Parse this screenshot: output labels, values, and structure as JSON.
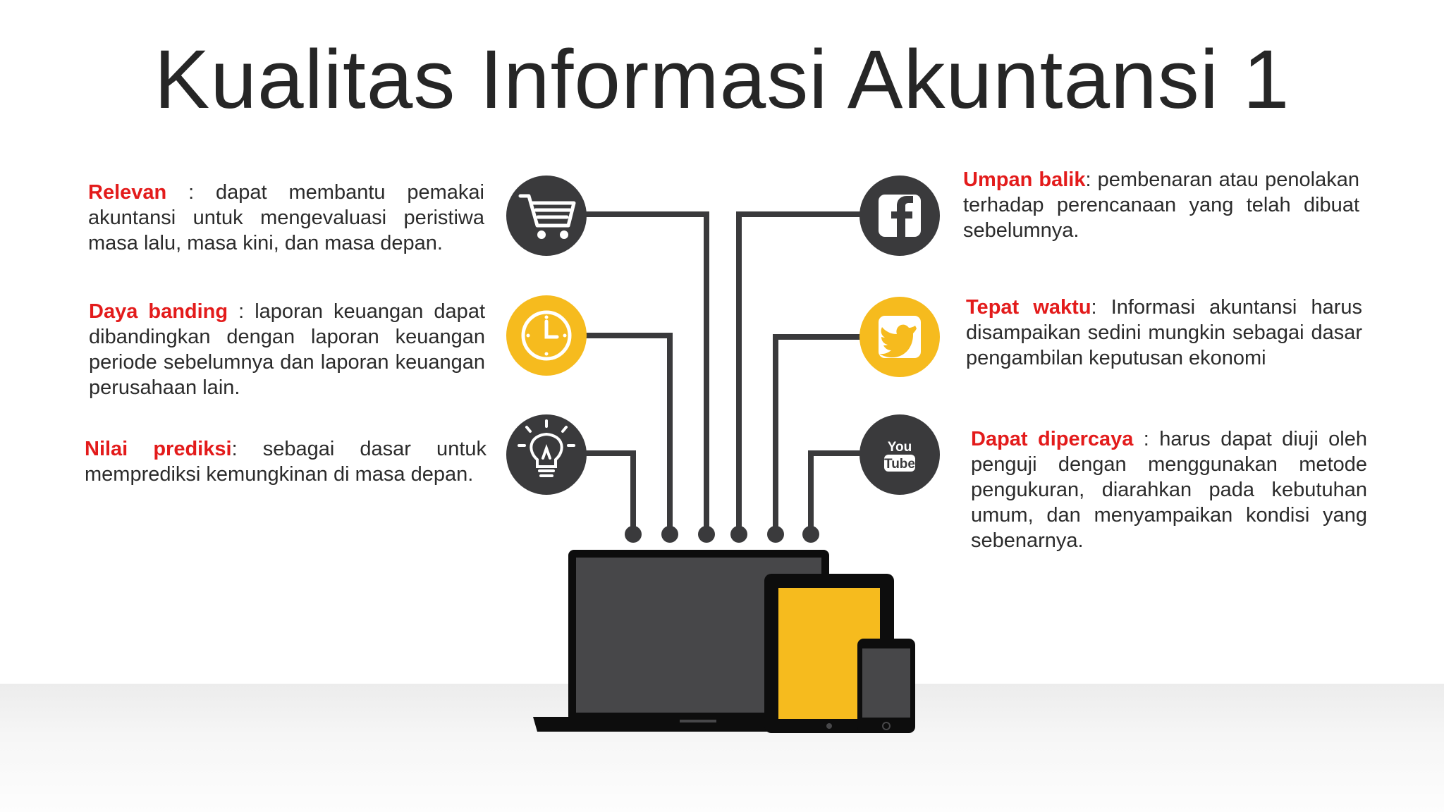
{
  "title": "Kualitas Informasi Akuntansi 1",
  "colors": {
    "term": "#e31b1b",
    "dark": "#3a3a3c",
    "accent": "#f6bb1e",
    "text": "#2b2b2b"
  },
  "items": [
    {
      "term": "Relevan",
      "sep": " : ",
      "text": "dapat membantu pemakai akuntansi untuk mengevaluasi peristiwa masa lalu, masa kini, dan masa depan.",
      "icon": "cart-icon"
    },
    {
      "term": "Daya banding",
      "sep": " : ",
      "text": "laporan keuangan dapat dibandingkan dengan laporan keuangan periode sebelumnya dan laporan keuangan perusahaan lain.",
      "icon": "clock-icon"
    },
    {
      "term": "Nilai prediksi",
      "sep": ": ",
      "text": "sebagai dasar untuk memprediksi kemungkinan di masa depan.",
      "icon": "lightbulb-icon"
    },
    {
      "term": "Umpan balik",
      "sep": ": ",
      "text": "pembenaran atau penolakan terhadap perencanaan yang telah dibuat sebelumnya.",
      "icon": "facebook-icon"
    },
    {
      "term": "Tepat waktu",
      "sep": ": ",
      "text": "Informasi akuntansi harus disampaikan sedini mungkin sebagai dasar pengambilan keputusan ekonomi",
      "icon": "twitter-icon"
    },
    {
      "term": "Dapat dipercaya",
      "sep": " : ",
      "text": "harus dapat diuji oleh penguji dengan menggunakan metode pengukuran, diarahkan pada kebutuhan umum, dan menyampaikan kondisi yang sebenarnya.",
      "icon": "youtube-icon"
    }
  ],
  "youtube_label": {
    "top": "You",
    "bottom": "Tube"
  }
}
